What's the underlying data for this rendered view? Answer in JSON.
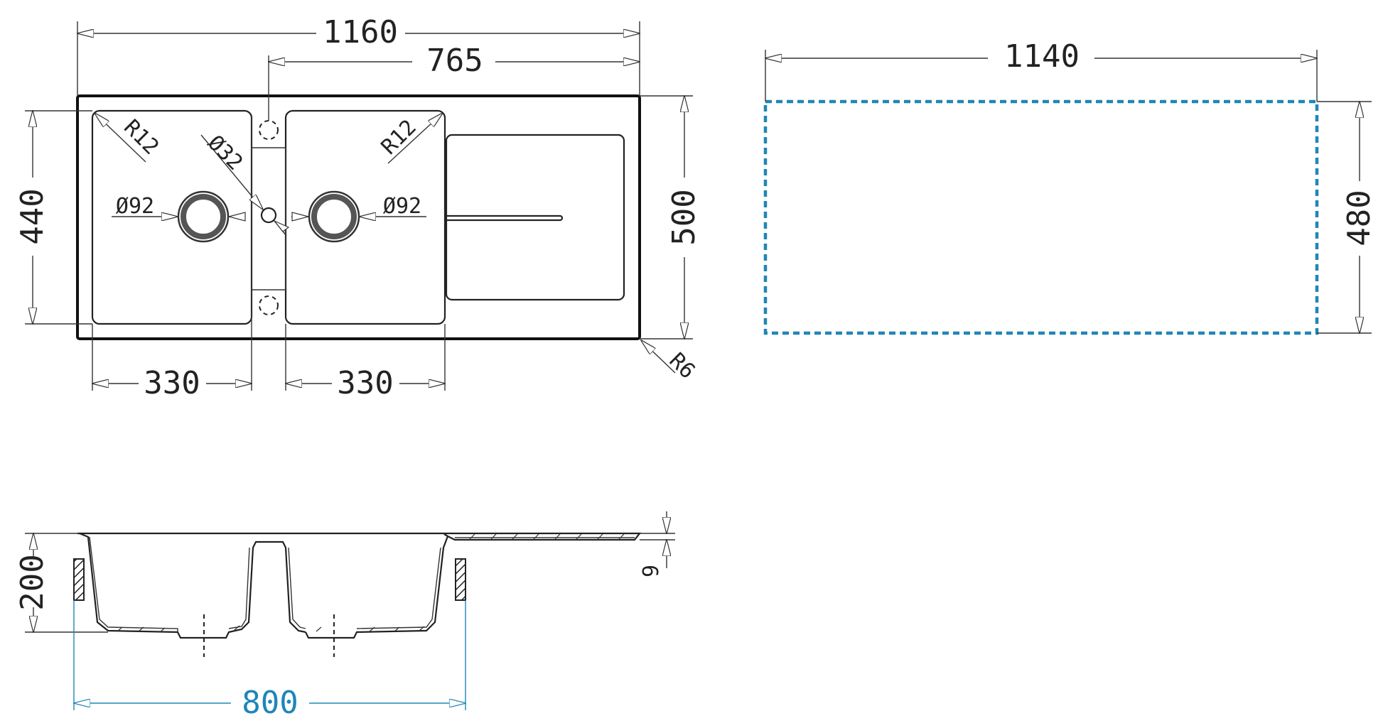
{
  "top_view": {
    "overall_width": "1160",
    "bowls_width": "765",
    "overall_depth": "500",
    "bowl_depth": "440",
    "left_bowl_width": "330",
    "right_bowl_width": "330",
    "left_corner_radius": "R12",
    "right_corner_radius": "R12",
    "outer_radius": "R6",
    "tap_hole": "Ø32",
    "left_drain": "Ø92",
    "right_drain": "Ø92"
  },
  "cutout_view": {
    "width": "1140",
    "depth": "480",
    "outline_color": "#1f86b8"
  },
  "section_view": {
    "bowl_height": "200",
    "rim_thickness": "9",
    "cabinet_width": "800",
    "cabinet_color": "#1f86b8"
  }
}
